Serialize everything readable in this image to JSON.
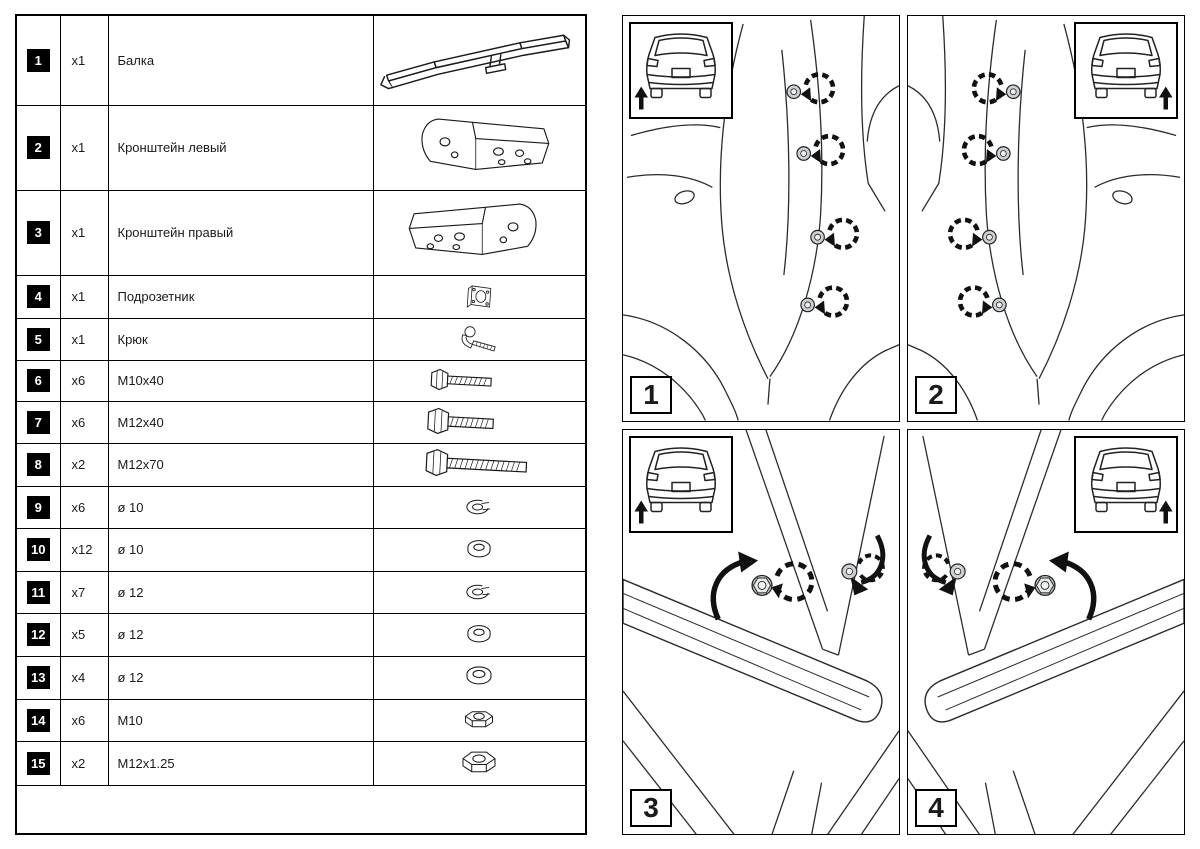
{
  "colors": {
    "ink": "#1a1a1a",
    "fastener_fill": "#cdd1d4"
  },
  "parts_table": {
    "rows": [
      {
        "num": "1",
        "qty": "x1",
        "name": "Балка",
        "icon": "beam-icon"
      },
      {
        "num": "2",
        "qty": "x1",
        "name": "Кронштейн левый",
        "icon": "bracket-left-icon"
      },
      {
        "num": "3",
        "qty": "x1",
        "name": "Кронштейн правый",
        "icon": "bracket-right-icon"
      },
      {
        "num": "4",
        "qty": "x1",
        "name": "Подрозетник",
        "icon": "socket-plate-icon"
      },
      {
        "num": "5",
        "qty": "x1",
        "name": "Крюк",
        "icon": "hook-icon"
      },
      {
        "num": "6",
        "qty": "x6",
        "name": "M10x40",
        "icon": "bolt-m10x40-icon"
      },
      {
        "num": "7",
        "qty": "x6",
        "name": "M12x40",
        "icon": "bolt-m12x40-icon"
      },
      {
        "num": "8",
        "qty": "x2",
        "name": "M12x70",
        "icon": "bolt-m12x70-icon"
      },
      {
        "num": "9",
        "qty": "x6",
        "name": "ø 10",
        "icon": "spring-washer-icon"
      },
      {
        "num": "10",
        "qty": "x12",
        "name": "ø 10",
        "icon": "flat-washer-icon"
      },
      {
        "num": "11",
        "qty": "x7",
        "name": "ø 12",
        "icon": "spring-washer-icon"
      },
      {
        "num": "12",
        "qty": "x5",
        "name": "ø 12",
        "icon": "flat-washer-icon"
      },
      {
        "num": "13",
        "qty": "x4",
        "name": "ø 12",
        "icon": "flat-washer-large-icon"
      },
      {
        "num": "14",
        "qty": "x6",
        "name": "M10",
        "icon": "nut-icon"
      },
      {
        "num": "15",
        "qty": "x2",
        "name": "M12x1.25",
        "icon": "nut-large-icon"
      }
    ]
  },
  "steps": [
    {
      "num": "1",
      "diagram": "rear-side-panel",
      "side": "left",
      "fastener_points": 4,
      "inset": "car-rear-view"
    },
    {
      "num": "2",
      "diagram": "rear-side-panel",
      "side": "right",
      "fastener_points": 4,
      "inset": "car-rear-view"
    },
    {
      "num": "3",
      "diagram": "crossbeam-mounting",
      "side": "left",
      "fastener_points": 2,
      "inset": "car-rear-view"
    },
    {
      "num": "4",
      "diagram": "crossbeam-mounting",
      "side": "right",
      "fastener_points": 2,
      "inset": "car-rear-view"
    }
  ]
}
